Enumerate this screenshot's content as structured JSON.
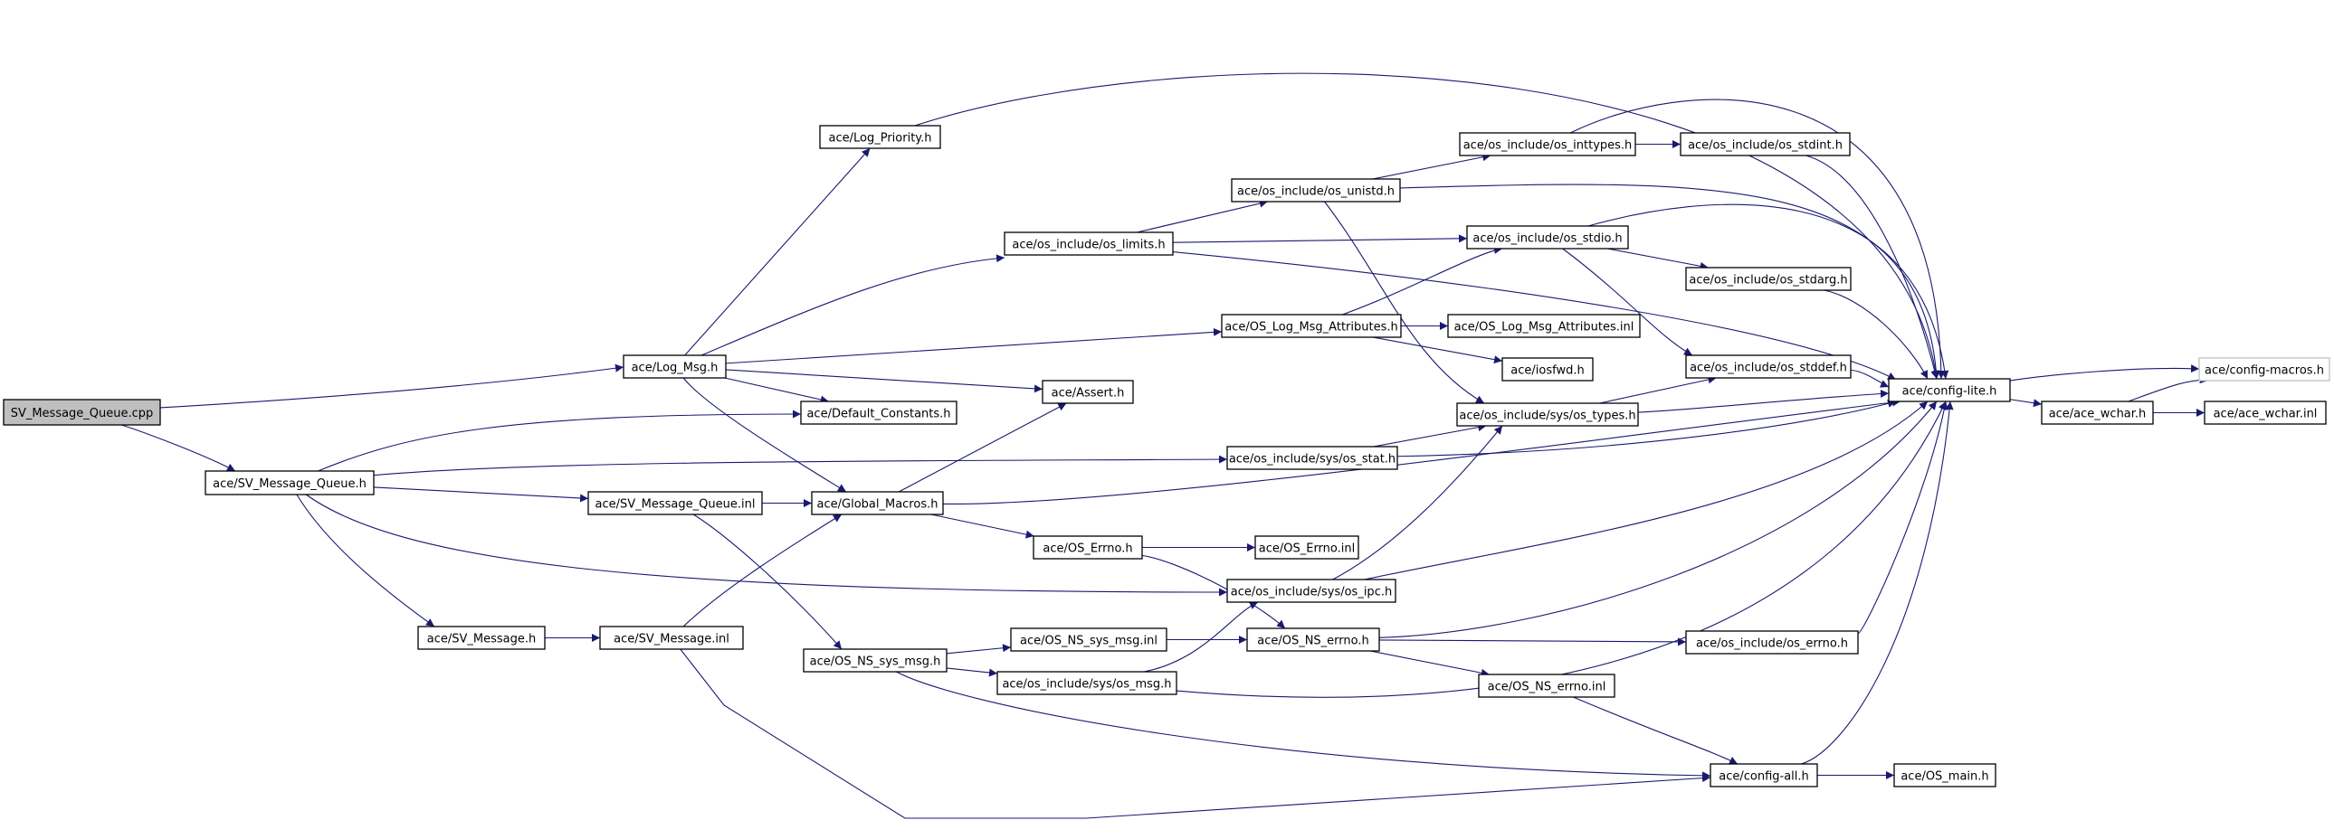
{
  "graph": {
    "root": "SV_Message_Queue.cpp",
    "colors": {
      "edge": "#191970",
      "root_fill": "#bfbfbf",
      "node_border": "#000000",
      "faded_border": "#bfbfbf"
    },
    "nodes": [
      {
        "id": "n0",
        "label": "SV_Message_Queue.cpp"
      },
      {
        "id": "n1",
        "label": "ace/SV_Message_Queue.h"
      },
      {
        "id": "n2",
        "label": "ace/Log_Msg.h"
      },
      {
        "id": "n3",
        "label": "ace/Log_Priority.h"
      },
      {
        "id": "n4",
        "label": "ace/os_include/os_limits.h"
      },
      {
        "id": "n5",
        "label": "ace/os_include/os_unistd.h"
      },
      {
        "id": "n6",
        "label": "ace/os_include/os_inttypes.h"
      },
      {
        "id": "n7",
        "label": "ace/os_include/os_stdint.h"
      },
      {
        "id": "n8",
        "label": "ace/os_include/os_stdio.h"
      },
      {
        "id": "n9",
        "label": "ace/os_include/os_stdarg.h"
      },
      {
        "id": "n10",
        "label": "ace/OS_Log_Msg_Attributes.h"
      },
      {
        "id": "n11",
        "label": "ace/OS_Log_Msg_Attributes.inl"
      },
      {
        "id": "n12",
        "label": "ace/iosfwd.h"
      },
      {
        "id": "n13",
        "label": "ace/os_include/os_stddef.h"
      },
      {
        "id": "n14",
        "label": "ace/Assert.h"
      },
      {
        "id": "n15",
        "label": "ace/Default_Constants.h"
      },
      {
        "id": "n16",
        "label": "ace/os_include/sys/os_types.h"
      },
      {
        "id": "n17",
        "label": "ace/os_include/sys/os_stat.h"
      },
      {
        "id": "n18",
        "label": "ace/config-lite.h"
      },
      {
        "id": "n19",
        "label": "ace/config-macros.h"
      },
      {
        "id": "n20",
        "label": "ace/ace_wchar.h"
      },
      {
        "id": "n21",
        "label": "ace/ace_wchar.inl"
      },
      {
        "id": "n22",
        "label": "ace/SV_Message_Queue.inl"
      },
      {
        "id": "n23",
        "label": "ace/Global_Macros.h"
      },
      {
        "id": "n24",
        "label": "ace/OS_Errno.h"
      },
      {
        "id": "n25",
        "label": "ace/OS_Errno.inl"
      },
      {
        "id": "n26",
        "label": "ace/os_include/sys/os_ipc.h"
      },
      {
        "id": "n27",
        "label": "ace/SV_Message.h"
      },
      {
        "id": "n28",
        "label": "ace/SV_Message.inl"
      },
      {
        "id": "n29",
        "label": "ace/OS_NS_sys_msg.h"
      },
      {
        "id": "n30",
        "label": "ace/OS_NS_sys_msg.inl"
      },
      {
        "id": "n31",
        "label": "ace/os_include/sys/os_msg.h"
      },
      {
        "id": "n32",
        "label": "ace/OS_NS_errno.h"
      },
      {
        "id": "n33",
        "label": "ace/os_include/os_errno.h"
      },
      {
        "id": "n34",
        "label": "ace/OS_NS_errno.inl"
      },
      {
        "id": "n35",
        "label": "ace/config-all.h"
      },
      {
        "id": "n36",
        "label": "ace/OS_main.h"
      }
    ],
    "edges": [
      [
        "n0",
        "n2"
      ],
      [
        "n0",
        "n1"
      ],
      [
        "n1",
        "n15"
      ],
      [
        "n1",
        "n17"
      ],
      [
        "n1",
        "n22"
      ],
      [
        "n1",
        "n26"
      ],
      [
        "n1",
        "n27"
      ],
      [
        "n2",
        "n3"
      ],
      [
        "n2",
        "n4"
      ],
      [
        "n2",
        "n10"
      ],
      [
        "n2",
        "n14"
      ],
      [
        "n2",
        "n15"
      ],
      [
        "n2",
        "n23"
      ],
      [
        "n3",
        "n18"
      ],
      [
        "n4",
        "n5"
      ],
      [
        "n4",
        "n8"
      ],
      [
        "n4",
        "n18"
      ],
      [
        "n5",
        "n6"
      ],
      [
        "n5",
        "n18"
      ],
      [
        "n5",
        "n16"
      ],
      [
        "n6",
        "n7"
      ],
      [
        "n6",
        "n18"
      ],
      [
        "n7",
        "n18"
      ],
      [
        "n8",
        "n9"
      ],
      [
        "n8",
        "n13"
      ],
      [
        "n8",
        "n18"
      ],
      [
        "n9",
        "n18"
      ],
      [
        "n10",
        "n8"
      ],
      [
        "n10",
        "n11"
      ],
      [
        "n10",
        "n12"
      ],
      [
        "n13",
        "n18"
      ],
      [
        "n16",
        "n13"
      ],
      [
        "n16",
        "n18"
      ],
      [
        "n17",
        "n16"
      ],
      [
        "n17",
        "n18"
      ],
      [
        "n18",
        "n19"
      ],
      [
        "n18",
        "n20"
      ],
      [
        "n20",
        "n19"
      ],
      [
        "n20",
        "n21"
      ],
      [
        "n22",
        "n23"
      ],
      [
        "n22",
        "n29"
      ],
      [
        "n23",
        "n14"
      ],
      [
        "n23",
        "n24"
      ],
      [
        "n23",
        "n18"
      ],
      [
        "n24",
        "n25"
      ],
      [
        "n24",
        "n32"
      ],
      [
        "n26",
        "n16"
      ],
      [
        "n26",
        "n18"
      ],
      [
        "n27",
        "n28"
      ],
      [
        "n28",
        "n23"
      ],
      [
        "n28",
        "n35"
      ],
      [
        "n29",
        "n30"
      ],
      [
        "n29",
        "n31"
      ],
      [
        "n29",
        "n35"
      ],
      [
        "n30",
        "n32"
      ],
      [
        "n31",
        "n26"
      ],
      [
        "n31",
        "n18"
      ],
      [
        "n32",
        "n33"
      ],
      [
        "n32",
        "n34"
      ],
      [
        "n32",
        "n18"
      ],
      [
        "n33",
        "n18"
      ],
      [
        "n34",
        "n35"
      ],
      [
        "n35",
        "n36"
      ],
      [
        "n35",
        "n18"
      ]
    ]
  }
}
